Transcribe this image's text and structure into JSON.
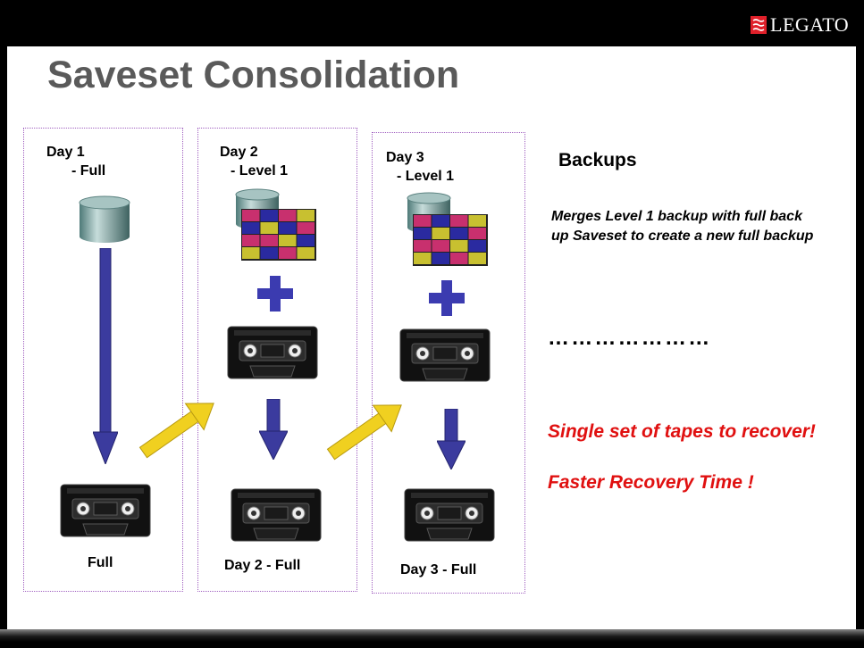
{
  "logo": {
    "text": "LEGATO"
  },
  "title": "Saveset Consolidation",
  "panels": [
    {
      "day": "Day 1",
      "level": "- Full",
      "result": "Full"
    },
    {
      "day": "Day 2",
      "level": "- Level 1",
      "result": "Day 2 - Full"
    },
    {
      "day": "Day 3",
      "level": "- Level 1",
      "result": "Day 3 - Full"
    }
  ],
  "side": {
    "heading": "Backups",
    "description": "Merges Level 1 backup with full back up Saveset  to create a new full backup",
    "separator": "…………………",
    "highlight1": "Single set of tapes to recover!",
    "highlight2": "Faster Recovery Time !"
  },
  "colors": {
    "title": "#5a5a5a",
    "highlight": "#e01010",
    "down_arrow": "#3b3b9e",
    "cross_arrow": "#f0d020",
    "plus": "#3b3bb0",
    "panel_border": "#a060c0",
    "block_magenta": "#c8306e",
    "block_blue": "#2a2aa0",
    "block_yellow": "#c8c030"
  },
  "icons": [
    "legato-logo-icon",
    "database-icon",
    "data-blocks-icon",
    "plus-icon",
    "tape-cartridge-icon",
    "down-arrow-icon",
    "diagonal-arrow-icon"
  ]
}
